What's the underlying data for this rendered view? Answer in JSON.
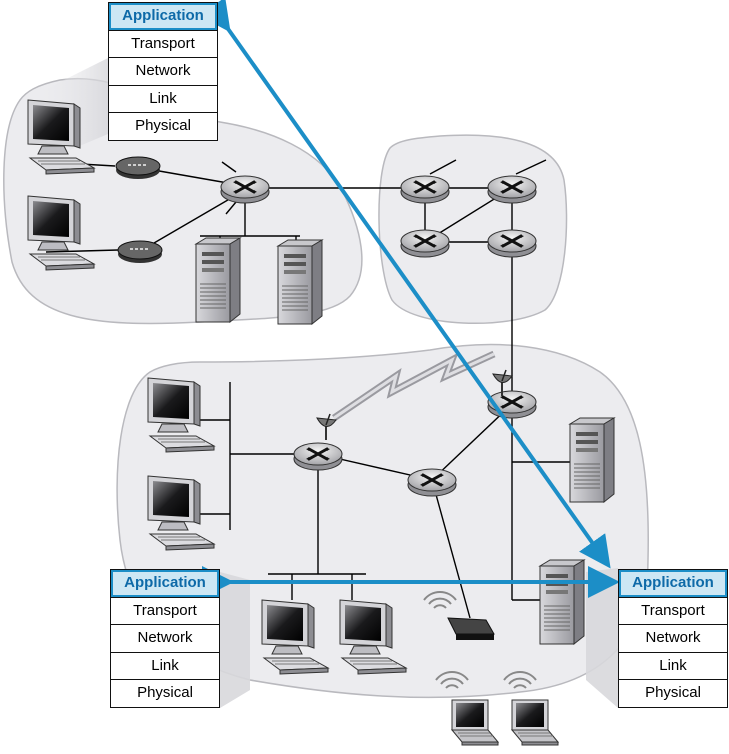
{
  "protocol_stacks": [
    {
      "layers": [
        "Application",
        "Transport",
        "Network",
        "Link",
        "Physical"
      ]
    },
    {
      "layers": [
        "Application",
        "Transport",
        "Network",
        "Link",
        "Physical"
      ]
    },
    {
      "layers": [
        "Application",
        "Transport",
        "Network",
        "Link",
        "Physical"
      ]
    }
  ],
  "colors": {
    "region_fill": "#ececef",
    "region_stroke": "#b9b9be",
    "arrow": "#1c8ec7",
    "application_fill": "#cde7f4",
    "application_text": "#0e6aa8"
  },
  "icons": [
    "router-icon",
    "server-icon",
    "desktop-computer-icon",
    "laptop-icon",
    "modem-icon",
    "wireless-access-point-icon",
    "satellite-dish-icon"
  ]
}
